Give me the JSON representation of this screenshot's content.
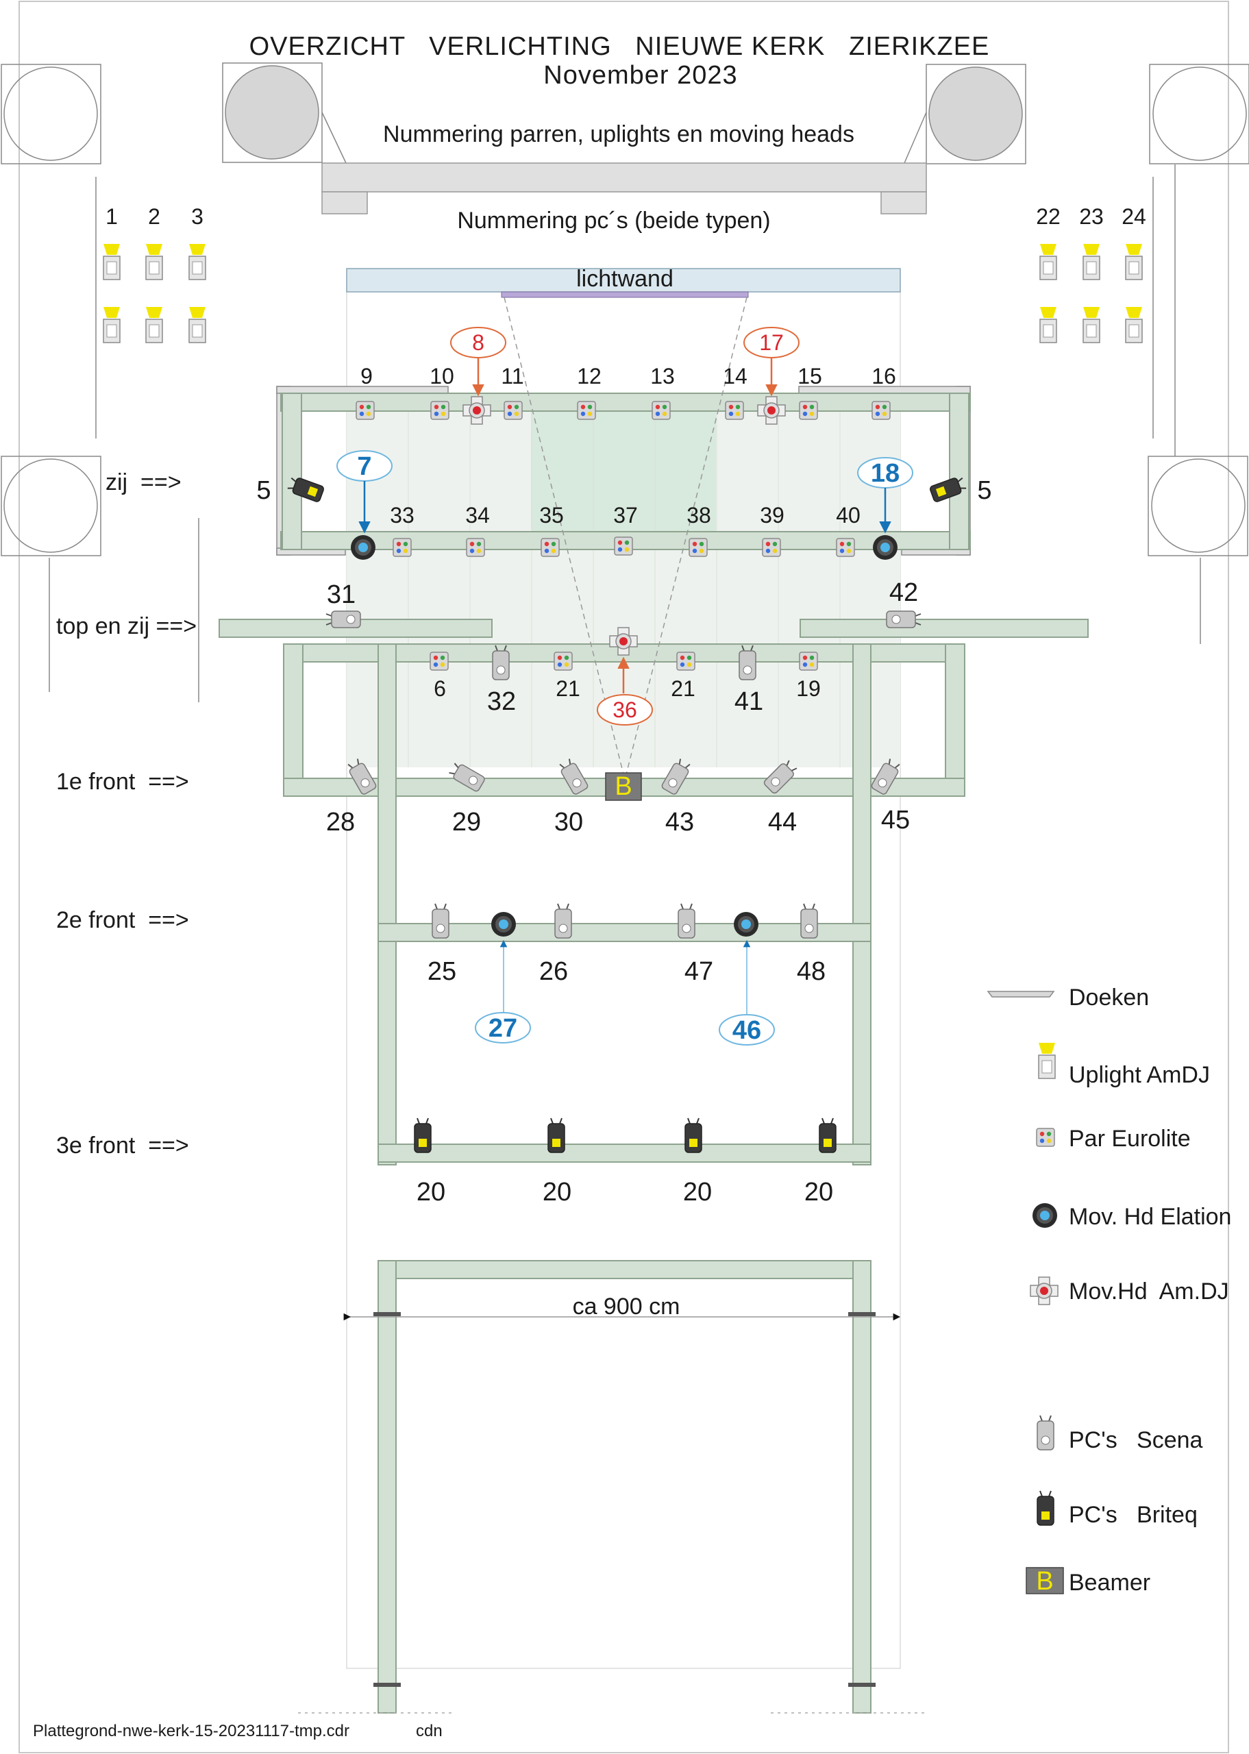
{
  "title": "OVERZICHT   VERLICHTING   NIEUWE KERK   ZIERIKZEE",
  "subtitle": "November 2023",
  "numbering_note_1": "Nummering parren, uplights en moving heads",
  "numbering_note_2": "Nummering pc´s (beide typen)",
  "lichtwand": "lichtwand",
  "rows": {
    "zij": "zij  ==>",
    "top_en_zij": "top en zij ==>",
    "front1": "1e front  ==>",
    "front2": "2e front  ==>",
    "front3": "3e front  ==>"
  },
  "uplights_left": [
    "1",
    "2",
    "3"
  ],
  "uplights_right": [
    "22",
    "23",
    "24"
  ],
  "top_pars": [
    "9",
    "10",
    "11",
    "12",
    "13",
    "14",
    "15",
    "16"
  ],
  "mid_pars": [
    "33",
    "34",
    "35",
    "37",
    "38",
    "39",
    "40"
  ],
  "low_pars": [
    "6",
    "21",
    "21",
    "19"
  ],
  "scena_top": [
    "31",
    "42",
    "32",
    "41"
  ],
  "side_briteq": [
    "5",
    "5"
  ],
  "mh_amdj": [
    "8",
    "17",
    "36"
  ],
  "mh_elation": [
    "7",
    "18",
    "27",
    "46"
  ],
  "front1_labels": [
    "28",
    "29",
    "30",
    "43",
    "44",
    "45"
  ],
  "front2_labels": [
    "25",
    "26",
    "47",
    "48"
  ],
  "front3_labels": [
    "20",
    "20",
    "20",
    "20"
  ],
  "beamer_letter": "B",
  "dimension": "ca 900 cm",
  "legend": {
    "doeken": "Doeken",
    "uplight": "Uplight AmDJ",
    "par": "Par Eurolite",
    "elation": "Mov. Hd Elation",
    "amdj": "Mov.Hd  Am.DJ",
    "scena": "PC's   Scena",
    "briteq": "PC's   Briteq",
    "beamer": "Beamer"
  },
  "footer_file": "Plattegrond-nwe-kerk-15-20231117-tmp.cdr",
  "footer_author": "cdn",
  "colors": {
    "truss": "#d3e0d4",
    "uplight": "#f2e600",
    "amdj_red": "#d9262e",
    "amdj_label": "#e06a3a",
    "elation_blue": "#1673b8",
    "beamer_yellow": "#f2e600"
  }
}
